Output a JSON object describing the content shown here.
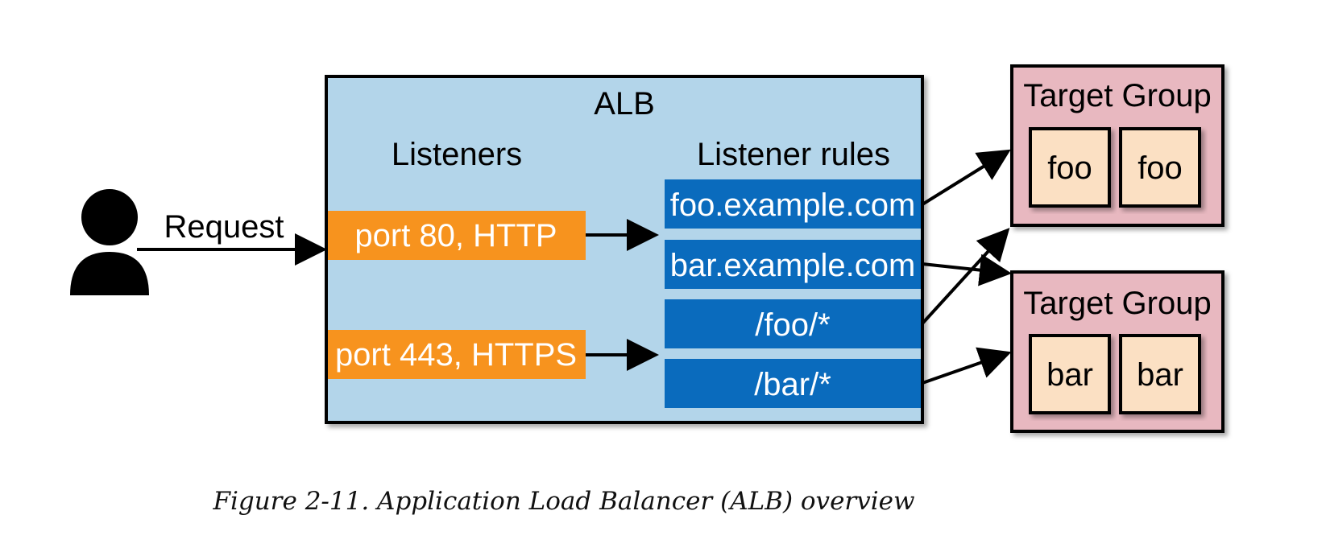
{
  "user": {
    "icon": "person-icon",
    "request_label": "Request"
  },
  "alb": {
    "title": "ALB",
    "listeners_heading": "Listeners",
    "rules_heading": "Listener rules",
    "listeners": [
      "port 80, HTTP",
      "port 443, HTTPS"
    ],
    "rules": [
      "foo.example.com",
      "bar.example.com",
      "/foo/*",
      "/bar/*"
    ]
  },
  "target_groups": [
    {
      "label": "Target Group",
      "targets": [
        "foo",
        "foo"
      ]
    },
    {
      "label": "Target Group",
      "targets": [
        "bar",
        "bar"
      ]
    }
  ],
  "caption": "Figure 2-11. Application Load Balancer (ALB) overview",
  "colors": {
    "alb_fill": "#b3d5ea",
    "listener_fill": "#f7931e",
    "rule_fill": "#0a6bbd",
    "group_fill": "#e8b8c0",
    "target_fill": "#fbe0c3",
    "stroke": "#000000"
  }
}
